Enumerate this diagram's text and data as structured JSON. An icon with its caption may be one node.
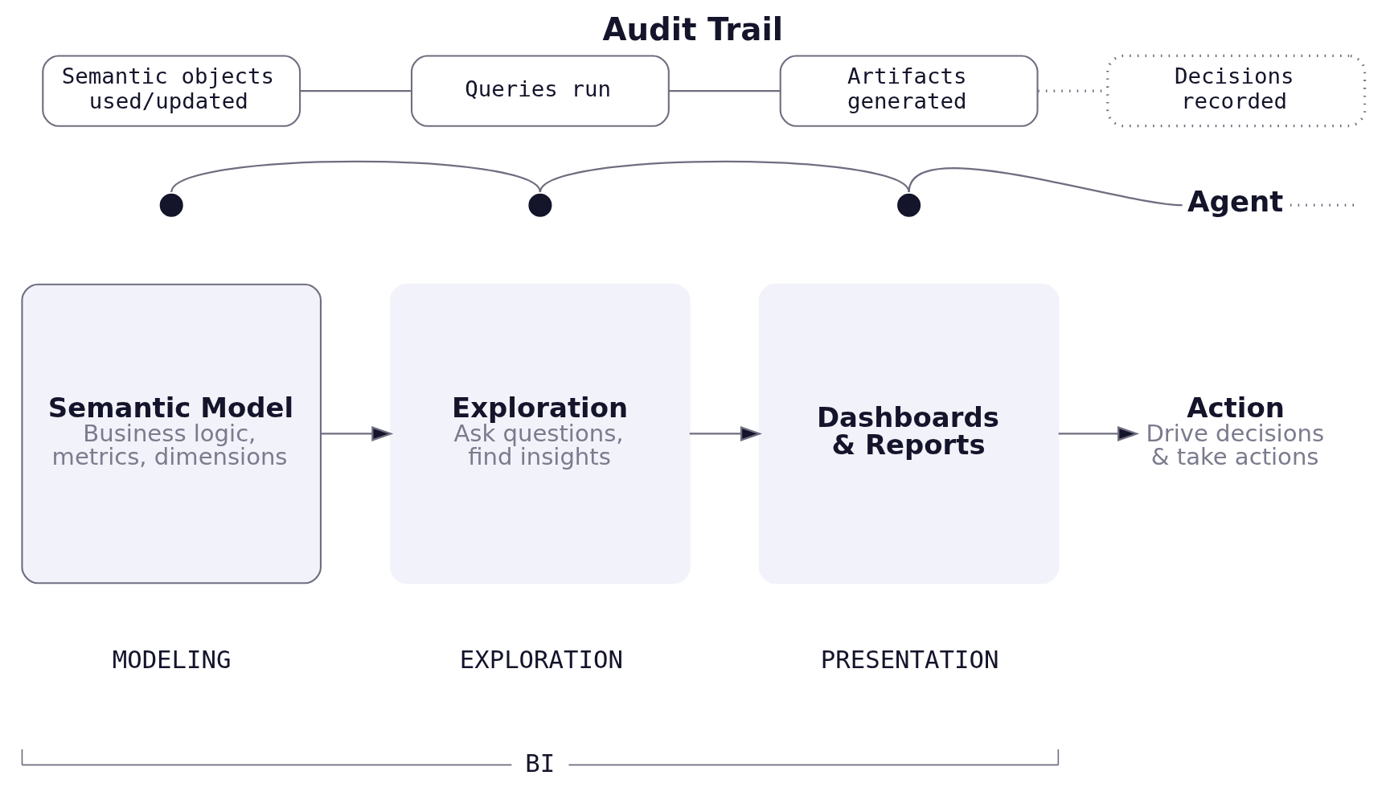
{
  "diagram": {
    "title": "Audit Trail",
    "nodes": [
      {
        "text": [
          "Semantic objects used/updated"
        ]
      },
      {
        "text": [
          "Queries run"
        ]
      },
      {
        "text": [
          "Artifacts generated"
        ]
      },
      {
        "text": [
          "Decisions recorded"
        ]
      },
      {
        "text": [],
        "shape": "circle"
      },
      {
        "text": [],
        "shape": "circle"
      },
      {
        "text": [],
        "shape": "circle"
      },
      {
        "text": [
          "Agent"
        ]
      },
      {
        "text": [
          "Semantic Model",
          "Business logic, metrics, dimensions"
        ],
        "beside": [
          "MODELING"
        ]
      },
      {
        "text": [
          "Exploration",
          "Ask questions, find insights"
        ],
        "beside": [
          "EXPLORATION"
        ]
      },
      {
        "text": [
          "Dashboards & Reports"
        ],
        "beside": [
          "PRESENTATION"
        ]
      },
      {
        "text": [
          "Action",
          "Drive decisions & take actions"
        ]
      }
    ],
    "edges": [
      {
        "from": 0,
        "to": 1,
        "arrow": "none"
      },
      {
        "from": 1,
        "to": 2,
        "arrow": "none"
      },
      {
        "from": 2,
        "to": 3,
        "arrow": "none",
        "style": "dashed"
      },
      {
        "from": 4,
        "to": 5,
        "arrow": "none"
      },
      {
        "from": 5,
        "to": 6,
        "arrow": "none"
      },
      {
        "from": 6,
        "to": 7,
        "arrow": "none"
      },
      {
        "from": 7,
        "to": null,
        "arrow": "none",
        "style": "dashed"
      },
      {
        "from": 8,
        "to": 9,
        "arrow": "to"
      },
      {
        "from": 9,
        "to": 10,
        "arrow": "to"
      },
      {
        "from": 10,
        "to": 11,
        "arrow": "to"
      }
    ],
    "labels": [
      "BI"
    ]
  }
}
